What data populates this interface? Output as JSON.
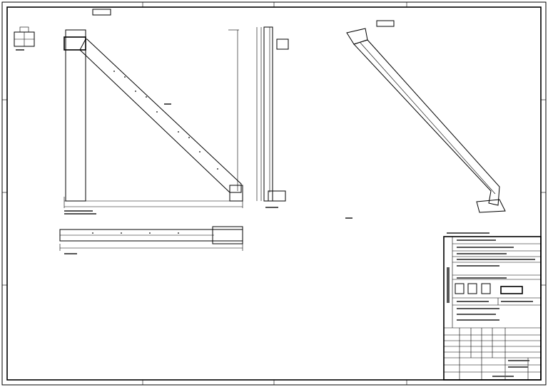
{
  "sheet": {
    "line_color": "#000000",
    "background": "#ffffff"
  },
  "views": [
    {
      "id": "front-view"
    },
    {
      "id": "side-view"
    },
    {
      "id": "plan-view"
    },
    {
      "id": "isometric-view"
    },
    {
      "id": "detail-view"
    }
  ],
  "title_block": {
    "present": true
  }
}
